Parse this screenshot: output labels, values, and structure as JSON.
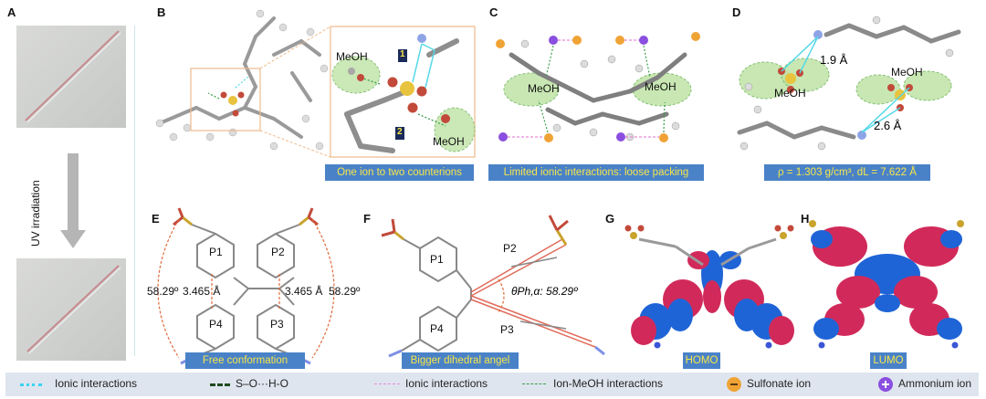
{
  "panels": {
    "a": "A",
    "b": "B",
    "c": "C",
    "d": "D",
    "e": "E",
    "f": "F",
    "g": "G",
    "h": "H"
  },
  "panel_a": {
    "uv_label": "UV irradiation"
  },
  "panel_b": {
    "meoh_top": "MeOH",
    "meoh_bottom": "MeOH",
    "marker_1": "1",
    "marker_2": "2",
    "caption": "One ion to two counterions"
  },
  "panel_c": {
    "meoh_left": "MeOH",
    "meoh_right": "MeOH",
    "caption": "Limited ionic interactions: loose packing"
  },
  "panel_d": {
    "distance_1": "1.9 Å",
    "distance_2": "2.6 Å",
    "meoh_left": "MeOH",
    "meoh_right": "MeOH",
    "caption": "ρ = 1.303 g/cm³, dL = 7.622 Å"
  },
  "panel_e": {
    "p1": "P1",
    "p2": "P2",
    "p3": "P3",
    "p4": "P4",
    "angle_left": "58.29º",
    "angle_right": "58.29º",
    "dist_left": "3.465 Å",
    "dist_right": "3.465 Å",
    "caption": "Free conformation"
  },
  "panel_f": {
    "p1": "P1",
    "p2": "P2",
    "p3": "P3",
    "p4": "P4",
    "angle": "θPh,α: 58.29º",
    "caption": "Bigger dihedral angel"
  },
  "panel_g": {
    "caption": "HOMO"
  },
  "panel_h": {
    "caption": "LUMO"
  },
  "legend": {
    "ionic_interactions_cyan": "Ionic interactions",
    "s_o_h_o": "S–O···H-O",
    "ionic_interactions_pink": "Ionic interactions",
    "ion_meoh": "Ion-MeOH interactions",
    "sulfonate": "Sulfonate  ion",
    "ammonium": "Ammonium ion"
  },
  "colors": {
    "caption_bg": "#4a82c8",
    "caption_text": "#f6e64a",
    "legend_bg": "#dfe5ef",
    "homo_lumo_red": "#d12a5a",
    "homo_lumo_blue": "#1f64d6",
    "green_highlight": "#bfe3a6",
    "orange_box": "#f0b98a"
  }
}
